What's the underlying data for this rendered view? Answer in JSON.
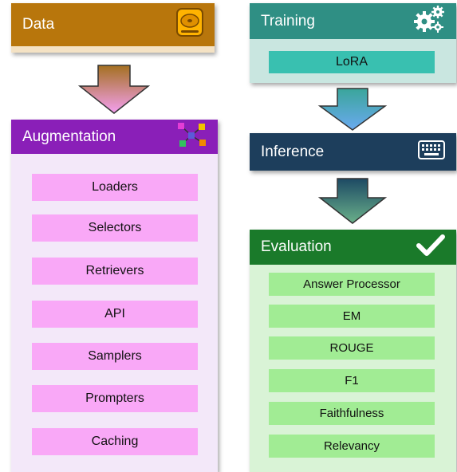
{
  "data": {
    "title": "Data",
    "icon": "hard-drive-icon"
  },
  "augmentation": {
    "title": "Augmentation",
    "icon": "network-nodes-icon",
    "items": [
      "Loaders",
      "Selectors",
      "Retrievers",
      "API",
      "Samplers",
      "Prompters",
      "Caching"
    ]
  },
  "training": {
    "title": "Training",
    "icon": "gears-icon",
    "items": [
      "LoRA"
    ]
  },
  "inference": {
    "title": "Inference",
    "icon": "keyboard-icon"
  },
  "evaluation": {
    "title": "Evaluation",
    "icon": "checkmark-icon",
    "items": [
      "Answer Processor",
      "EM",
      "ROUGE",
      "F1",
      "Faithfulness",
      "Relevancy"
    ]
  },
  "colors": {
    "data_header": "#b8760c",
    "augmentation_header": "#8a1fb8",
    "augmentation_body": "#f3e8f9",
    "augmentation_item": "#f9a8f7",
    "training_header": "#2f8f84",
    "training_body": "#c9e6e0",
    "training_item": "#39c0b0",
    "inference_header": "#1d3e5c",
    "evaluation_header": "#1a7a2a",
    "evaluation_body": "#d9f3d6",
    "evaluation_item": "#a1ec94"
  }
}
